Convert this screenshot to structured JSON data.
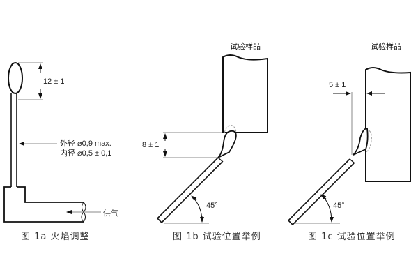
{
  "figure_a": {
    "caption": "图 1a  火焰调整",
    "flame_height_label": "12 ± 1",
    "outer_diameter_label": "外径 ⌀0,9 max.",
    "inner_diameter_label": "内径 ⌀0,5 ± 0,1",
    "gas_supply_label": "供气"
  },
  "figure_b": {
    "caption": "图 1b  试验位置举例",
    "specimen_label": "试验样品",
    "distance_label": "8 ± 1",
    "angle_label": "45°"
  },
  "figure_c": {
    "caption": "图 1c  试验位置举例",
    "specimen_label": "试验样品",
    "distance_label": "5 ± 1",
    "angle_label": "45°"
  }
}
